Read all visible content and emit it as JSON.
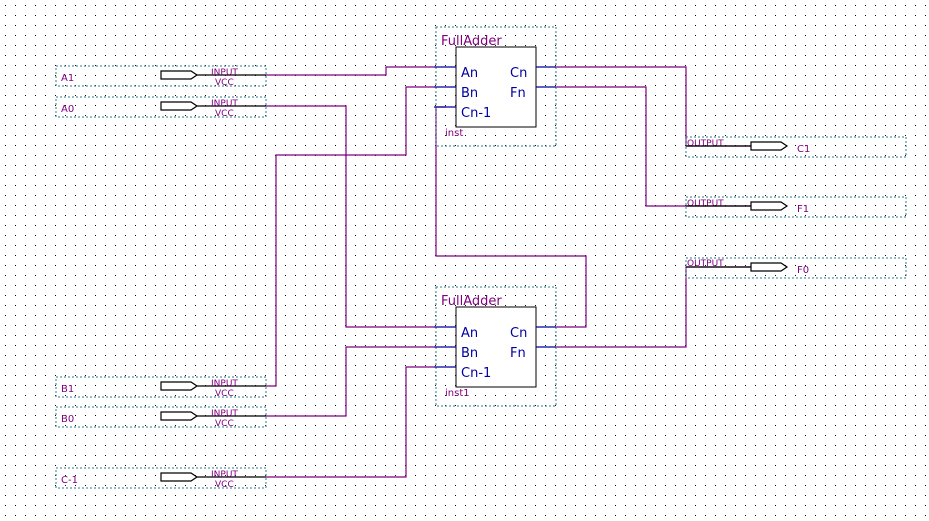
{
  "colors": {
    "wire": "#800080",
    "border": "#000000",
    "port_line": "#0000a0",
    "dots": "#000000"
  },
  "blocks": [
    {
      "title": "FullAdder",
      "instance": "inst",
      "ports_in": [
        "An",
        "Bn",
        "Cn-1"
      ],
      "ports_out": [
        "Cn",
        "Fn"
      ]
    },
    {
      "title": "FullAdder",
      "instance": "inst1",
      "ports_in": [
        "An",
        "Bn",
        "Cn-1"
      ],
      "ports_out": [
        "Cn",
        "Fn"
      ]
    }
  ],
  "inputs": [
    {
      "name": "A1",
      "type": "INPUT",
      "default": "VCC"
    },
    {
      "name": "A0",
      "type": "INPUT",
      "default": "VCC"
    },
    {
      "name": "B1",
      "type": "INPUT",
      "default": "VCC"
    },
    {
      "name": "B0",
      "type": "INPUT",
      "default": "VCC"
    },
    {
      "name": "C-1",
      "type": "INPUT",
      "default": "VCC"
    }
  ],
  "outputs": [
    {
      "name": "C1",
      "type": "OUTPUT"
    },
    {
      "name": "F1",
      "type": "OUTPUT"
    },
    {
      "name": "F0",
      "type": "OUTPUT"
    }
  ]
}
